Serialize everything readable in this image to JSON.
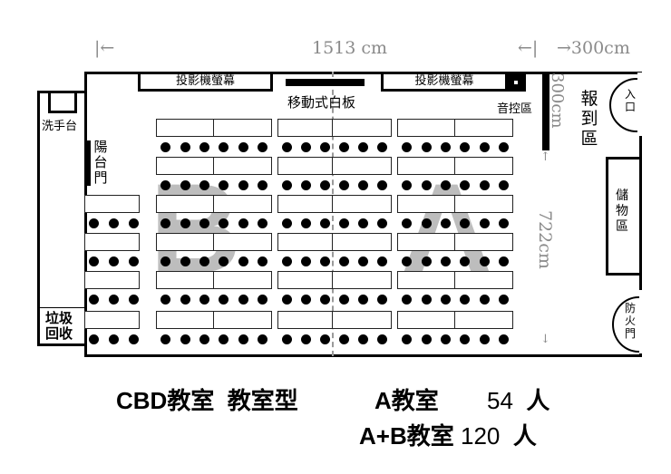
{
  "dimensions": {
    "width_left_marker": "|←",
    "width_label": "1513 cm",
    "width_right_marker": "←|",
    "corridor_width_label": "→300cm",
    "corridor_depth_label": "300cm",
    "depth_label": "722cm",
    "arrow_up": "↑",
    "arrow_down": "↓"
  },
  "fixtures": {
    "projector_screen_left": "投影機螢幕",
    "projector_screen_right": "投影機螢幕",
    "whiteboard": "移動式白板",
    "audio_control": "音控區",
    "registration": "報到區",
    "entrance": "入口",
    "storage": "儲物區",
    "fire_door": "防火門",
    "balcony_door": "陽台門",
    "sink": "洗手台",
    "recycling": "垃圾回收"
  },
  "zones": {
    "left_zone": "B",
    "right_zone": "A"
  },
  "layout": {
    "rows": 6,
    "table_pairs_per_row": 3,
    "left_column_rows": 4,
    "seats_per_table_pair": 6,
    "seats_left_column": 3
  },
  "caption": {
    "room_name": "CBD教室",
    "style": "教室型",
    "a_room_label": "A教室",
    "a_room_count": "54",
    "a_room_unit": "人",
    "ab_room_label": "A+B教室",
    "ab_room_count": "120",
    "ab_room_unit": "人"
  },
  "colors": {
    "wall": "#000000",
    "dimension_text": "#8a8a8a",
    "zone_letter": "#bdbdbd",
    "divider": "#9a9a9a"
  }
}
